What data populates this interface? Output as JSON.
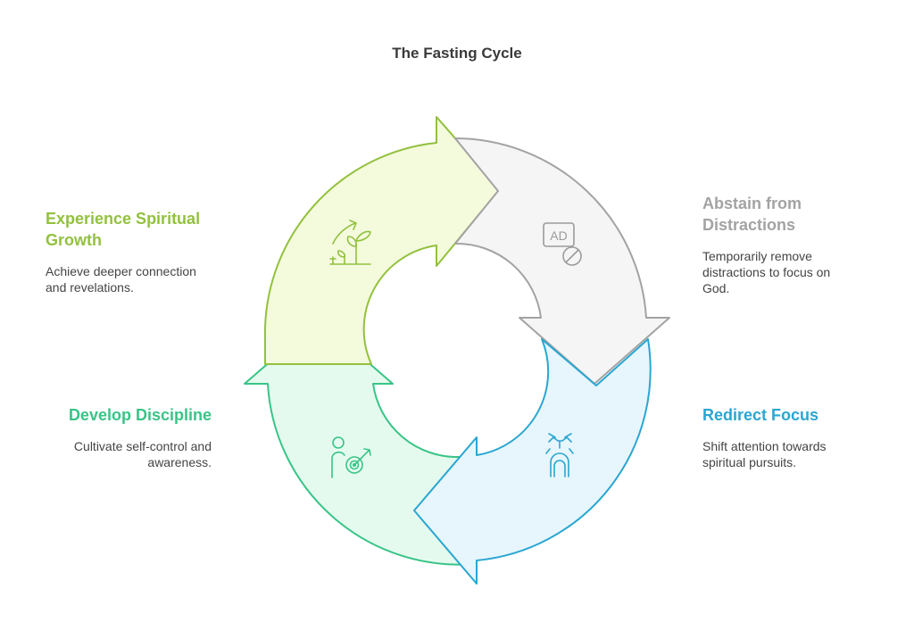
{
  "title": "The Fasting Cycle",
  "colors": {
    "gray": "#a3a3a3",
    "blue": "#2aa6d2",
    "green": "#38c487",
    "lime": "#92c13e"
  },
  "stages": [
    {
      "id": "abstain",
      "title": "Abstain from Distractions",
      "title_lines": [
        "Abstain from",
        "Distractions"
      ],
      "description_lines": [
        "Temporarily remove",
        "distractions to focus on",
        "God."
      ],
      "icon": "ad-block-icon",
      "icon_text": "AD"
    },
    {
      "id": "redirect",
      "title": "Redirect Focus",
      "title_lines": [
        "Redirect Focus"
      ],
      "description_lines": [
        "Shift attention towards",
        "spiritual pursuits."
      ],
      "icon": "praying-person-icon"
    },
    {
      "id": "discipline",
      "title": "Develop Discipline",
      "title_lines": [
        "Develop Discipline"
      ],
      "description_lines": [
        "Cultivate self-control and",
        "awareness."
      ],
      "icon": "person-target-icon"
    },
    {
      "id": "growth",
      "title": "Experience Spiritual Growth",
      "title_lines": [
        "Experience Spiritual",
        "Growth"
      ],
      "description_lines": [
        "Achieve deeper connection",
        "and revelations."
      ],
      "icon": "growing-plant-icon"
    }
  ]
}
